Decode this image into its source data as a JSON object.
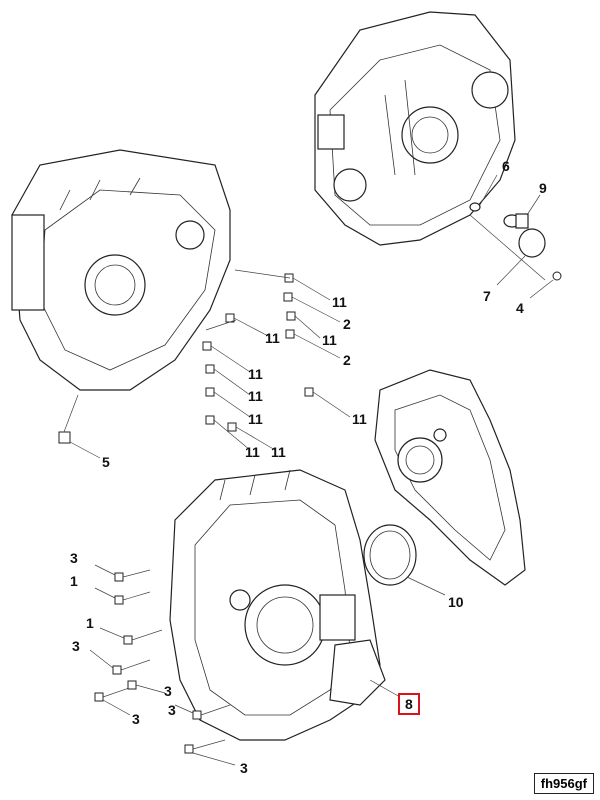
{
  "diagram": {
    "code": "fh956gf",
    "highlighted_callout": "8",
    "callouts": [
      {
        "id": "c6",
        "label": "6"
      },
      {
        "id": "c9",
        "label": "9"
      },
      {
        "id": "c7",
        "label": "7"
      },
      {
        "id": "c4",
        "label": "4"
      },
      {
        "id": "c11a",
        "label": "11"
      },
      {
        "id": "c2a",
        "label": "2"
      },
      {
        "id": "c11b",
        "label": "11"
      },
      {
        "id": "c11c",
        "label": "11"
      },
      {
        "id": "c2b",
        "label": "2"
      },
      {
        "id": "c11d",
        "label": "11"
      },
      {
        "id": "c11e",
        "label": "11"
      },
      {
        "id": "c11f",
        "label": "11"
      },
      {
        "id": "c11g",
        "label": "11"
      },
      {
        "id": "c11h",
        "label": "11"
      },
      {
        "id": "c11i",
        "label": "11"
      },
      {
        "id": "c5",
        "label": "5"
      },
      {
        "id": "c10",
        "label": "10"
      },
      {
        "id": "c3a",
        "label": "3"
      },
      {
        "id": "c1a",
        "label": "1"
      },
      {
        "id": "c1b",
        "label": "1"
      },
      {
        "id": "c3b",
        "label": "3"
      },
      {
        "id": "c3c",
        "label": "3"
      },
      {
        "id": "c3d",
        "label": "3"
      },
      {
        "id": "c3e",
        "label": "3"
      },
      {
        "id": "c8",
        "label": "8"
      },
      {
        "id": "c3f",
        "label": "3"
      }
    ]
  }
}
